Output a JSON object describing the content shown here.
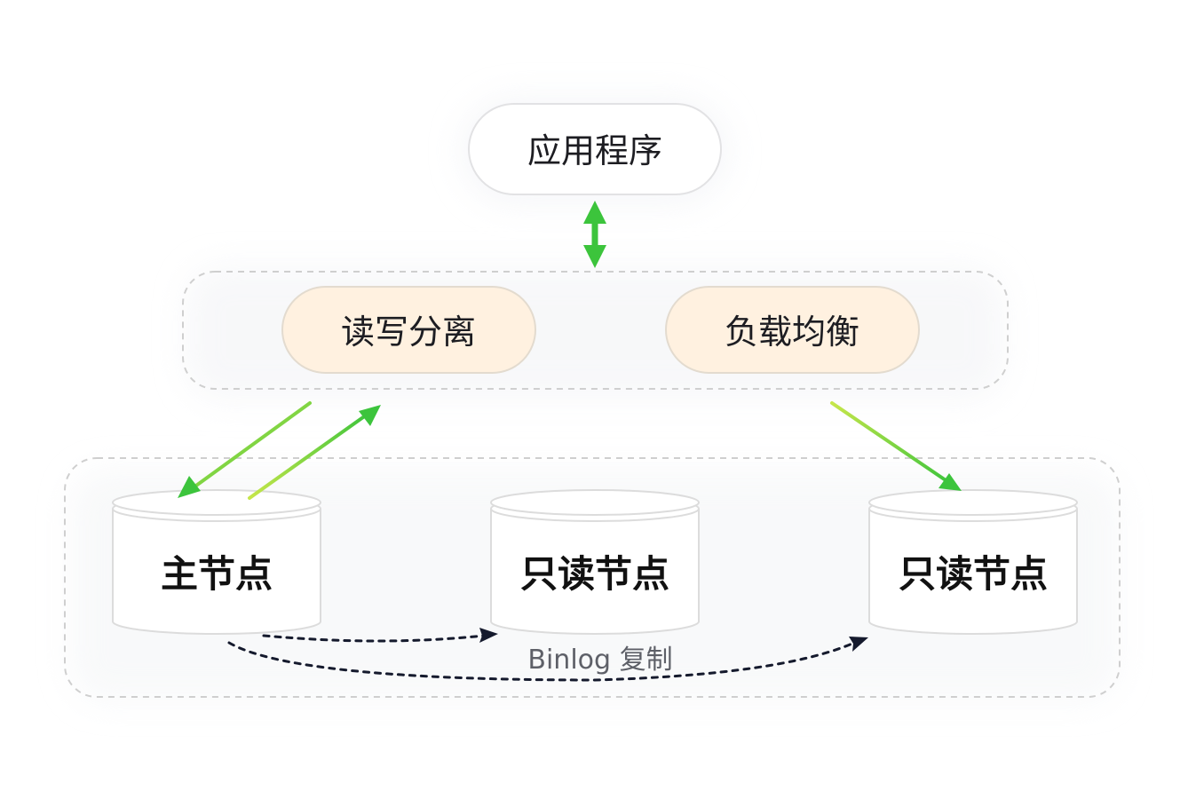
{
  "app_node": {
    "label": "应用程序"
  },
  "middleware": {
    "rw_split": "读写分离",
    "load_balance": "负载均衡"
  },
  "db_nodes": [
    {
      "label": "主节点"
    },
    {
      "label": "只读节点"
    },
    {
      "label": "只读节点"
    }
  ],
  "replication": {
    "label": "Binlog 复制"
  },
  "colors": {
    "arrow_green": "#3cc43c",
    "arrow_light": "#c3e34a",
    "pill_fill": "#fff1e0",
    "pill_stroke": "#e6dccd",
    "group_border": "#cfcfcf",
    "dashed_arrow": "#1a1a2e"
  }
}
